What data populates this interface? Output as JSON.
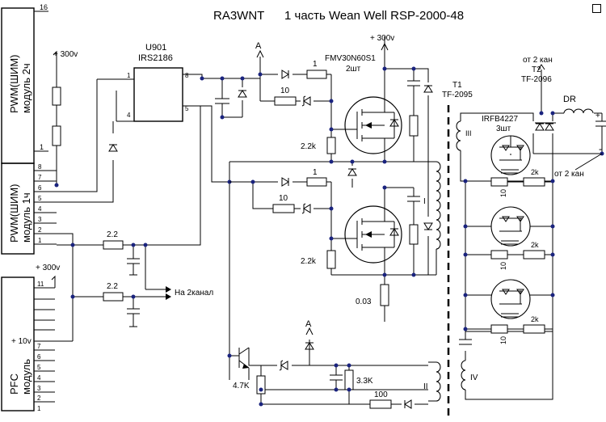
{
  "header": {
    "callsign": "RA3WNT",
    "subtitle": "1 часть Wean Well  RSP-2000-48"
  },
  "blocks": {
    "pwm2": "PWM(ШИМ)",
    "pwm2_sub": "модуль 2ч",
    "pwm1": "PWM(ШИМ)",
    "pwm1_sub": "модуль 1ч",
    "pfc": "PFC",
    "pfc_sub": "модуль"
  },
  "pins": {
    "pwm2_top": "16",
    "pwm2_bottom": "1",
    "pwm1": [
      "8",
      "7",
      "6",
      "5",
      "4",
      "3",
      "2",
      "1"
    ],
    "pfc": [
      "11",
      "7",
      "6",
      "5",
      "4",
      "3",
      "2",
      "1"
    ],
    "driver": [
      "1",
      "8",
      "4",
      "5"
    ]
  },
  "labels": {
    "v300_left": "+ 300v",
    "v300_pfc": "+ 300v",
    "v10": "+ 10v",
    "v300_top": "+ 300v",
    "driver_ref": "U901",
    "driver_part": "IRS2186",
    "node_a_top": "A",
    "node_a_bottom": "A",
    "mosfet_part": "FMV30N60S1",
    "mosfet_qty": "2шт",
    "r_gate1": "1",
    "r_gate2": "10",
    "r_gate3": "1",
    "r_gate4": "10",
    "r_gs1": "2.2k",
    "r_gs2": "2.2k",
    "r_sense": "0.03",
    "r_in1": "2.2",
    "r_in2": "2.2",
    "to_ch2": "На 2канал",
    "r_bjt": "4.7K",
    "r_aux": "3.3K",
    "r_aux2": "100",
    "t1_ref": "T1",
    "t1_part": "TF-2095",
    "w_ii": "II",
    "w_iii": "III",
    "w_iv": "IV",
    "from_ch2_top": "от 2 кан",
    "t2_ref": "T2",
    "t2_part": "TF-2096",
    "choke": "DR",
    "rect_part": "IRFB4227",
    "rect_qty": "3шт",
    "r_rect_2k": "2k",
    "r_rect_10": "10",
    "from_ch2_right": "от 2 кан",
    "plus": "+",
    "minus": "-"
  },
  "icons": {
    "window": "square-outline-icon"
  }
}
